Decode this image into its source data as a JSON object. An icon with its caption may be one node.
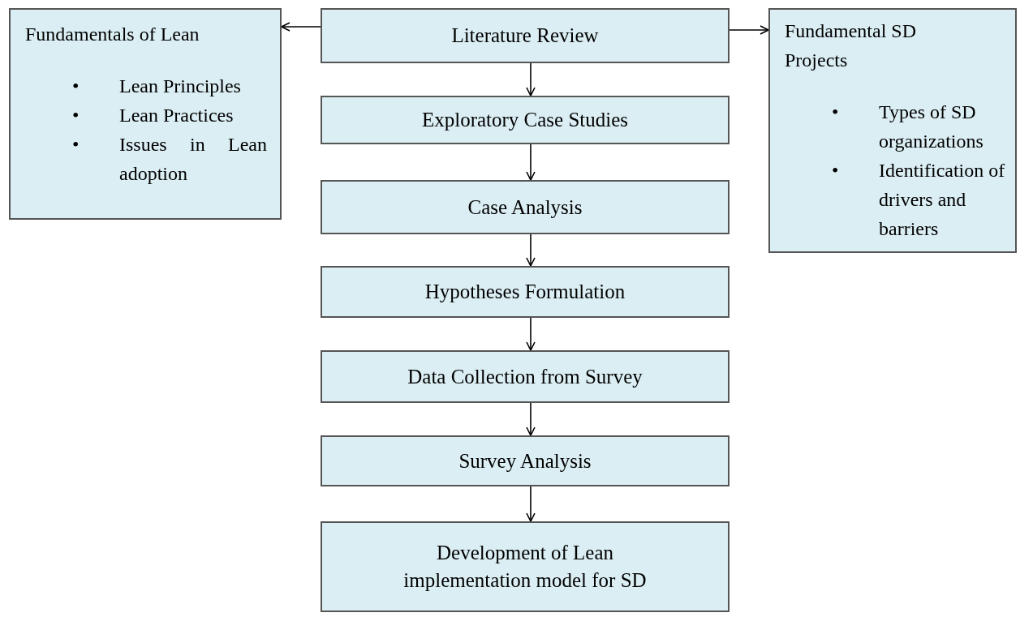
{
  "diagram": {
    "nodes": [
      {
        "text": [
          "Fundamentals of Lean",
          "Lean Principles",
          "Lean Practices",
          "Issues in Lean adoption"
        ]
      },
      {
        "text": [
          "Literature Review"
        ]
      },
      {
        "text": [
          "Fundamental SD Projects",
          "Types of SD organizations",
          "Identification of drivers and barriers"
        ]
      },
      {
        "text": [
          "Exploratory Case Studies"
        ]
      },
      {
        "text": [
          "Case Analysis"
        ]
      },
      {
        "text": [
          "Hypotheses Formulation"
        ]
      },
      {
        "text": [
          "Data Collection from Survey"
        ]
      },
      {
        "text": [
          "Survey Analysis"
        ]
      },
      {
        "text": [
          "Development of Lean implementation model for SD"
        ]
      }
    ],
    "edges": [
      {
        "from": 1,
        "to": 0,
        "arrow": "to"
      },
      {
        "from": 1,
        "to": 2,
        "arrow": "to"
      },
      {
        "from": 1,
        "to": 3,
        "arrow": "to"
      },
      {
        "from": 3,
        "to": 4,
        "arrow": "to"
      },
      {
        "from": 4,
        "to": 5,
        "arrow": "to"
      },
      {
        "from": 5,
        "to": 6,
        "arrow": "to"
      },
      {
        "from": 6,
        "to": 7,
        "arrow": "to"
      },
      {
        "from": 7,
        "to": 8,
        "arrow": "to"
      }
    ],
    "labels": [
      "•",
      "•",
      "•",
      "•",
      "•"
    ]
  }
}
